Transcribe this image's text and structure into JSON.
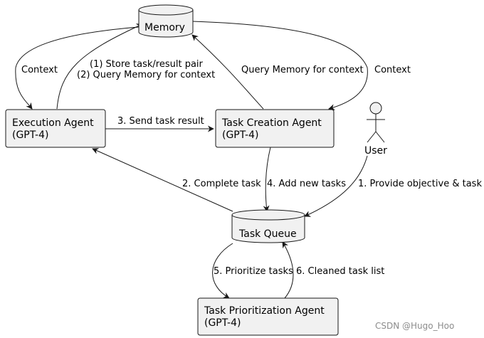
{
  "nodes": {
    "memory": {
      "label": "Memory"
    },
    "execution_agent": {
      "line1": "Execution Agent",
      "line2": "(GPT-4)"
    },
    "task_creation_agent": {
      "line1": "Task Creation Agent",
      "line2": "(GPT-4)"
    },
    "user": {
      "label": "User"
    },
    "task_queue": {
      "label": "Task Queue"
    },
    "task_prioritization_agent": {
      "line1": "Task Prioritization Agent",
      "line2": "(GPT-4)"
    }
  },
  "edges": {
    "memory_to_execution": "Context",
    "execution_to_memory_1": "(1) Store task/result pair",
    "execution_to_memory_2": "(2) Query Memory for context",
    "creation_to_memory": "Query Memory for context",
    "memory_to_creation": "Context",
    "execution_to_creation": "3. Send task result",
    "queue_to_execution": "2. Complete task",
    "creation_to_queue": "4. Add new tasks",
    "user_to_queue": "1. Provide objective & task",
    "queue_to_prioritization": "5. Prioritize tasks",
    "prioritization_to_queue": "6. Cleaned task list"
  },
  "watermark": "CSDN @Hugo_Hoo",
  "colors": {
    "node_fill": "#f1f1f1",
    "stroke": "#181818",
    "text": "#000000",
    "watermark": "#8c8c8c"
  }
}
